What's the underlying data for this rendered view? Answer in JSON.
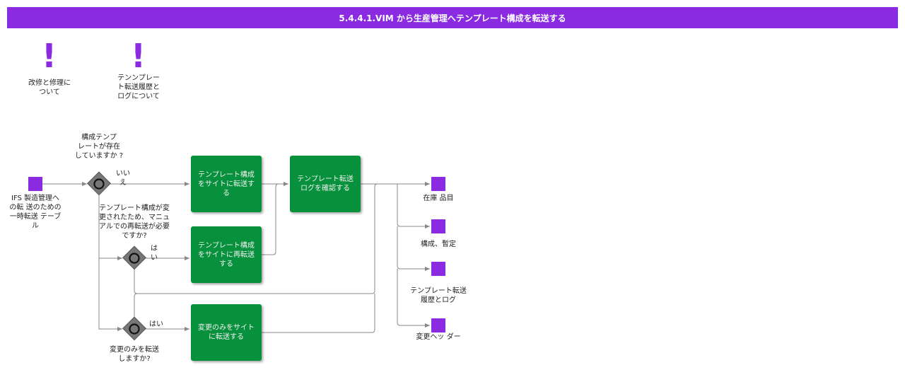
{
  "title": "5.4.4.1.VIM から生産管理へテンプレート構成を転送する",
  "annotations": [
    {
      "text": "改修と修理に\nついて"
    },
    {
      "text": "テンンプレー\nト転送履歴と\nログについて"
    }
  ],
  "start": {
    "label": "IFS 製造管理へ\nの転 送のための\n一時転送 テーブ\nル"
  },
  "gateways": [
    {
      "question": "構成テンプ\nレートが存在\nしていますか ?",
      "no_label": "いい\nえ"
    },
    {
      "question": "テンプレート構成が変\n更されたため、マニュ\nアルでの再転送が必要\nですか?",
      "yes_label": "は\nい"
    },
    {
      "question": "変更のみを転送\nしますか?",
      "yes_label": "はい"
    }
  ],
  "tasks": [
    {
      "label": "テンプレート構成\nをサイトに転送す\nる"
    },
    {
      "label": "テンプレート構成\nをサイトに再転送\nする"
    },
    {
      "label": "変更のみをサイト\nに転送する"
    },
    {
      "label": "テンプレート転送\nログを確認する"
    }
  ],
  "outputs": [
    {
      "label": "在庫 品目"
    },
    {
      "label": "構成、暫定"
    },
    {
      "label": "テンプレート転送\n履歴とログ"
    },
    {
      "label": "変更ヘッ ダー"
    }
  ],
  "colors": {
    "purple": "#8a2be2",
    "green": "#08913d",
    "gateway": "#777777",
    "line": "#888888"
  }
}
